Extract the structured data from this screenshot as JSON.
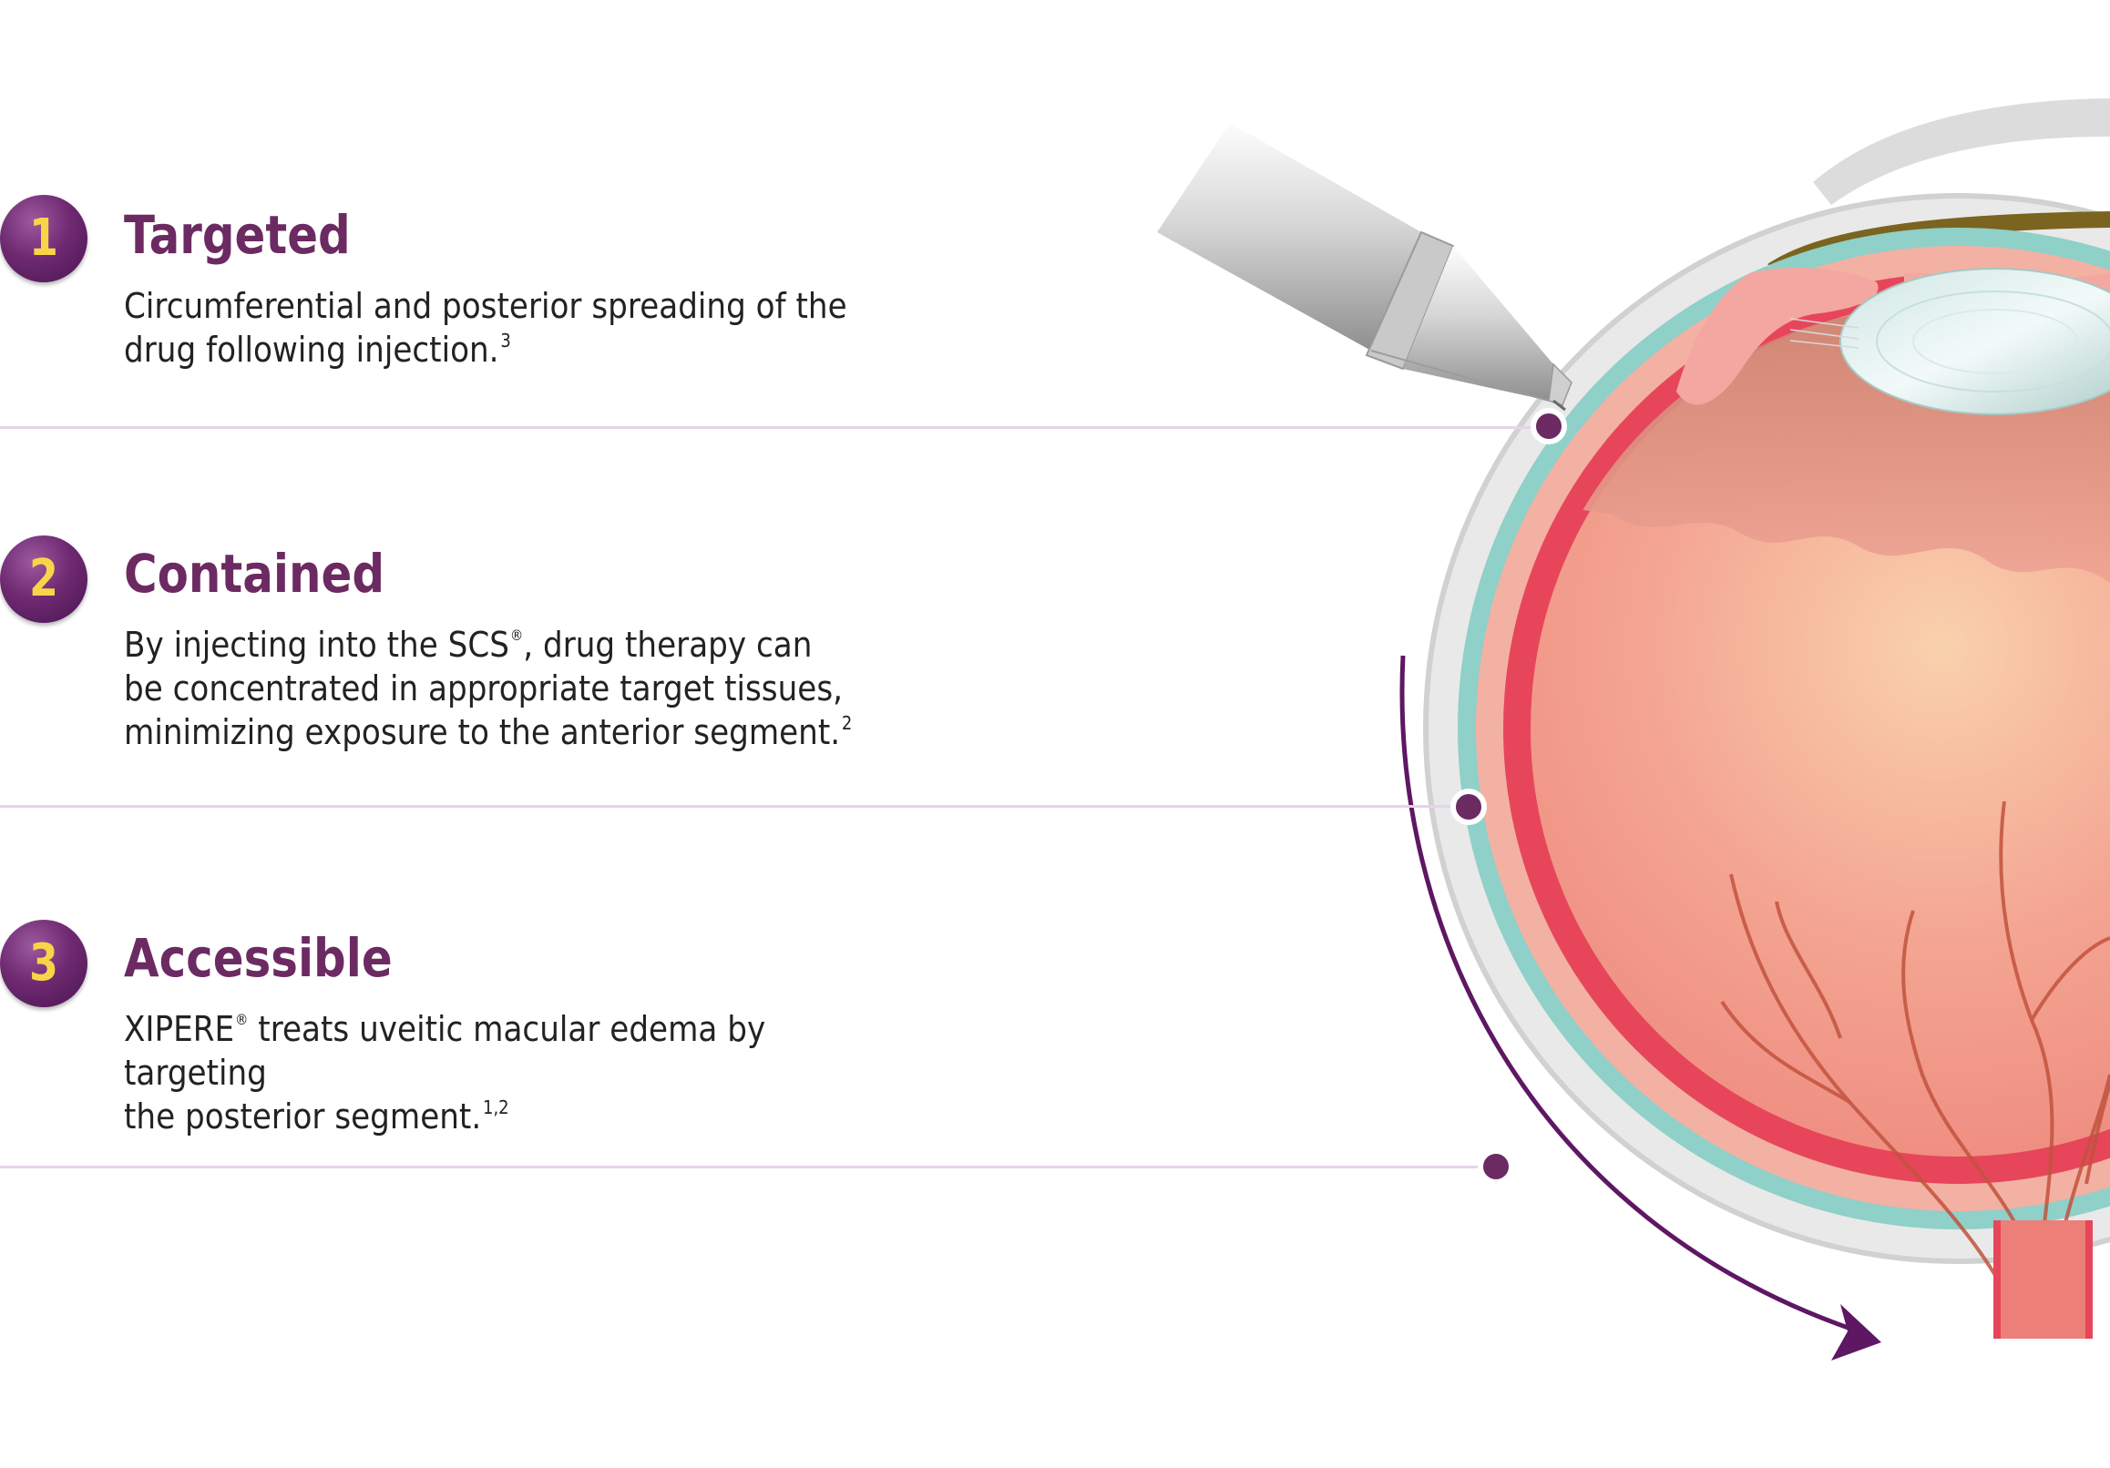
{
  "steps": [
    {
      "number": "1",
      "title": "Targeted",
      "body_line1": "Circumferential and posterior spreading of the",
      "body_line2": "drug following injection.",
      "ref": "3"
    },
    {
      "number": "2",
      "title": "Contained",
      "body_line1_a": "By injecting into the SCS",
      "body_line1_reg": "®",
      "body_line1_b": ", drug therapy can",
      "body_line2": "be concentrated in appropriate target tissues,",
      "body_line3": "minimizing exposure to the anterior segment.",
      "ref": "2"
    },
    {
      "number": "3",
      "title": "Accessible",
      "body_line1_a": "XIPERE",
      "body_line1_reg": "®",
      "body_line1_b": " treats uveitic macular edema by targeting",
      "body_line2": "the posterior segment.",
      "ref": "1,2"
    }
  ],
  "colors": {
    "brand_purple": "#6c2a62",
    "badge_number": "#f7d548",
    "divider": "#e6d3ea",
    "marker_dot": "#6b2a62",
    "arrow": "#5e1763"
  }
}
